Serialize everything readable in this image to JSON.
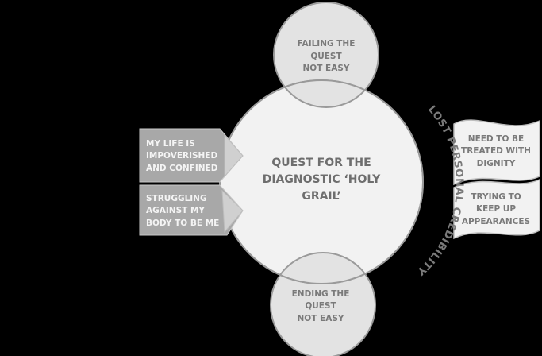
{
  "diagram": {
    "central": {
      "lines": [
        "QUEST FOR THE",
        "DIAGNOSTIC ‘HOLY",
        "GRAIL’"
      ]
    },
    "top_circle": {
      "lines": [
        "FAILING THE",
        "QUEST",
        "NOT EASY"
      ]
    },
    "bottom_circle": {
      "lines": [
        "ENDING THE",
        "QUEST",
        "NOT EASY"
      ]
    },
    "left_boxes": [
      {
        "lines": [
          "MY LIFE IS",
          "IMPOVERISHED",
          "AND CONFINED"
        ]
      },
      {
        "lines": [
          "STRUGGLING",
          "AGAINST MY",
          "BODY TO BE ME"
        ]
      }
    ],
    "right_flags": [
      {
        "lines": [
          "NEED TO BE",
          "TREATED WITH",
          "DIGNITY"
        ]
      },
      {
        "lines": [
          "TRYING TO",
          "KEEP UP",
          "APPEARANCES"
        ]
      }
    ],
    "arc_label": "LOST PERSONAL CREDIBILITY",
    "colors": {
      "background": "#000000",
      "main_circle_fill": "#f2f2f2",
      "small_circle_fill": "#e3e3e3",
      "outline": "#999999",
      "box_fill": "#a8a8a8",
      "box_text": "#f4f4f4",
      "label_text": "#7a7a7a"
    }
  }
}
